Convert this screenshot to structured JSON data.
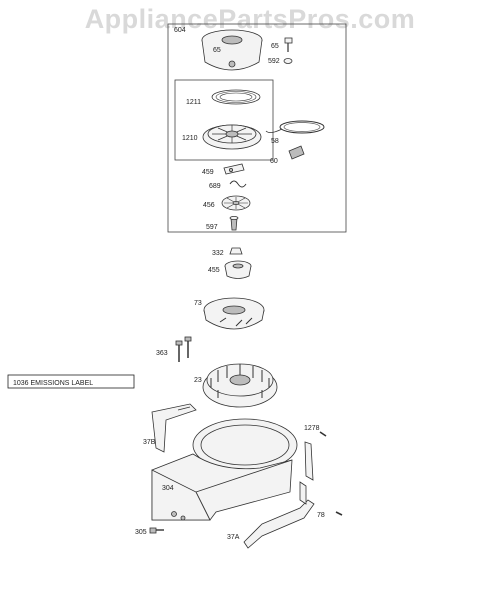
{
  "watermark": "AppliancePartsPros.com",
  "emissions_label": "1036 EMISSIONS LABEL",
  "callouts": {
    "group": "604",
    "p65a": "65",
    "p65b": "65",
    "p592": "592",
    "p1211": "1211",
    "p1210": "1210",
    "p58": "58",
    "p60": "60",
    "p459": "459",
    "p689": "689",
    "p456": "456",
    "p597": "597",
    "p332": "332",
    "p455": "455",
    "p73": "73",
    "p363": "363",
    "p23": "23",
    "p37b": "37B",
    "p1278": "1278",
    "p304": "304",
    "p78": "78",
    "p305": "305",
    "p37a": "37A"
  }
}
